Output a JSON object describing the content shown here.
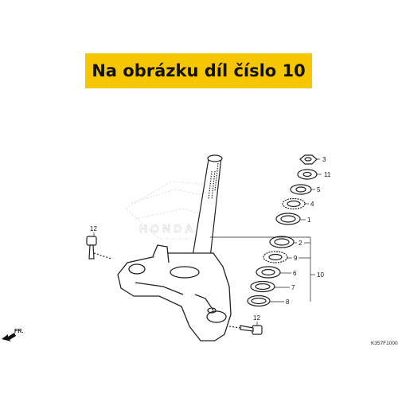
{
  "banner": {
    "text": "Na obrázku díl číslo 10"
  },
  "colors": {
    "banner_bg": "#f6c700",
    "line": "#222222",
    "watermark": "#d4d4d4"
  },
  "callouts": [
    "3",
    "11",
    "5",
    "4",
    "1",
    "2",
    "9",
    "6",
    "7",
    "8",
    "10",
    "12",
    "12"
  ],
  "direction_marker": "FR.",
  "diagram_code": "K357F1000",
  "watermark": "HONDA"
}
